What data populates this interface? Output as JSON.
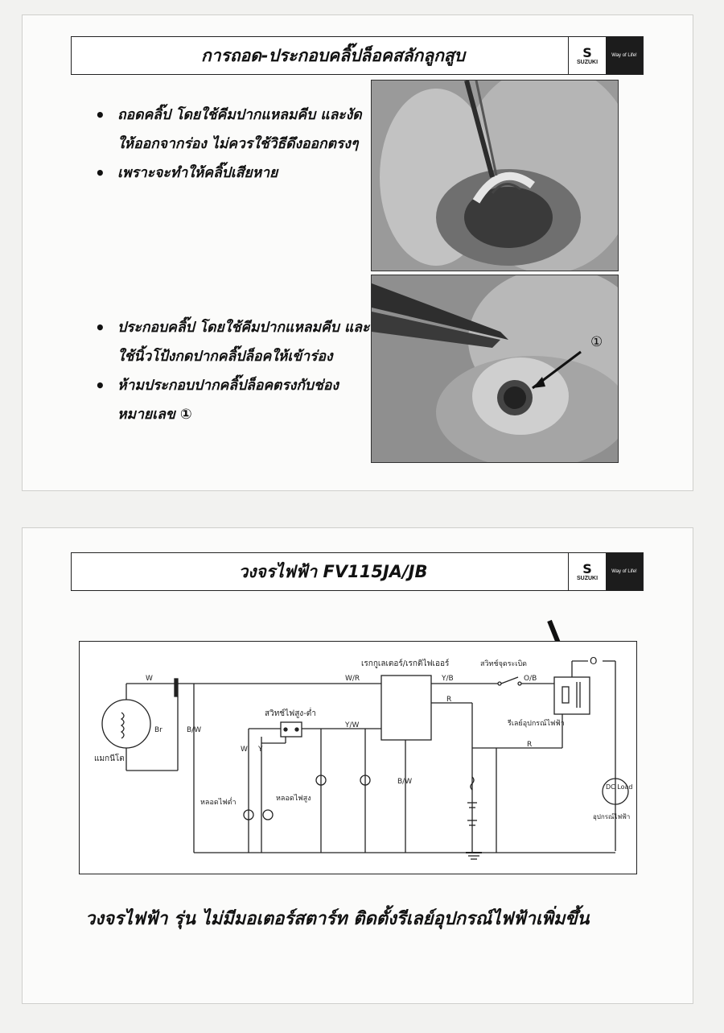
{
  "slide1": {
    "title": "การถอด-ประกอบคลิ๊ปล็อคสลักลูกสูบ",
    "logo": {
      "brand": "SUZUKI",
      "tagline": "Way of Life!"
    },
    "bullets_top": [
      "ถอดคลิ๊ป โดยใช้คีมปากแหลมคีบ และงัดให้ออกจากร่อง ไม่ควรใช้วิธีดึงออกตรงๆ",
      "เพราะจะทำให้คลิ๊ปเสียหาย"
    ],
    "bullets_bottom": [
      "ประกอบคลิ๊ป โดยใช้คีมปากแหลมคีบ และใช้นิ้วโป้งกดปากคลิ๊ปล็อคให้เข้าร่อง",
      "ห้ามประกอบปากคลิ๊ปล็อคตรงกับช่องหมายเลข ①"
    ],
    "photo2_marker": "①"
  },
  "slide2": {
    "title": "วงจรไฟฟ้า FV115JA/JB",
    "logo": {
      "brand": "SUZUKI",
      "tagline": "Way of Life!"
    },
    "diagram": {
      "labels": {
        "magneto": "แมกนีโต",
        "regulator": "เรกกูเลเตอร์/เรกติไฟเออร์",
        "main_switch": "สวิทช์จุดระเบิด",
        "relay": "รีเลย์อุปกรณ์ไฟฟ้า",
        "hilo_switch": "สวิทช์ไฟสูง-ต่ำ",
        "low_lamp": "หลอดไฟต่ำ",
        "high_lamp": "หลอดไฟสูง",
        "dc_load": "DC Load",
        "accessory": "อุปกรณ์ไฟฟ้า",
        "w": "W",
        "br": "Br",
        "bw": "B/W",
        "wr": "W/R",
        "yb": "Y/B",
        "ob": "O/B",
        "o": "O",
        "r1": "R",
        "r2": "R",
        "yw": "Y/W",
        "bw2": "B/W",
        "w2": "W",
        "y2": "Y"
      }
    },
    "caption": "วงจรไฟฟ้า รุ่น ไม่มีมอเตอร์สตาร์ท ติดตั้งรีเลย์อุปกรณ์ไฟฟ้าเพิ่มขึ้น"
  }
}
